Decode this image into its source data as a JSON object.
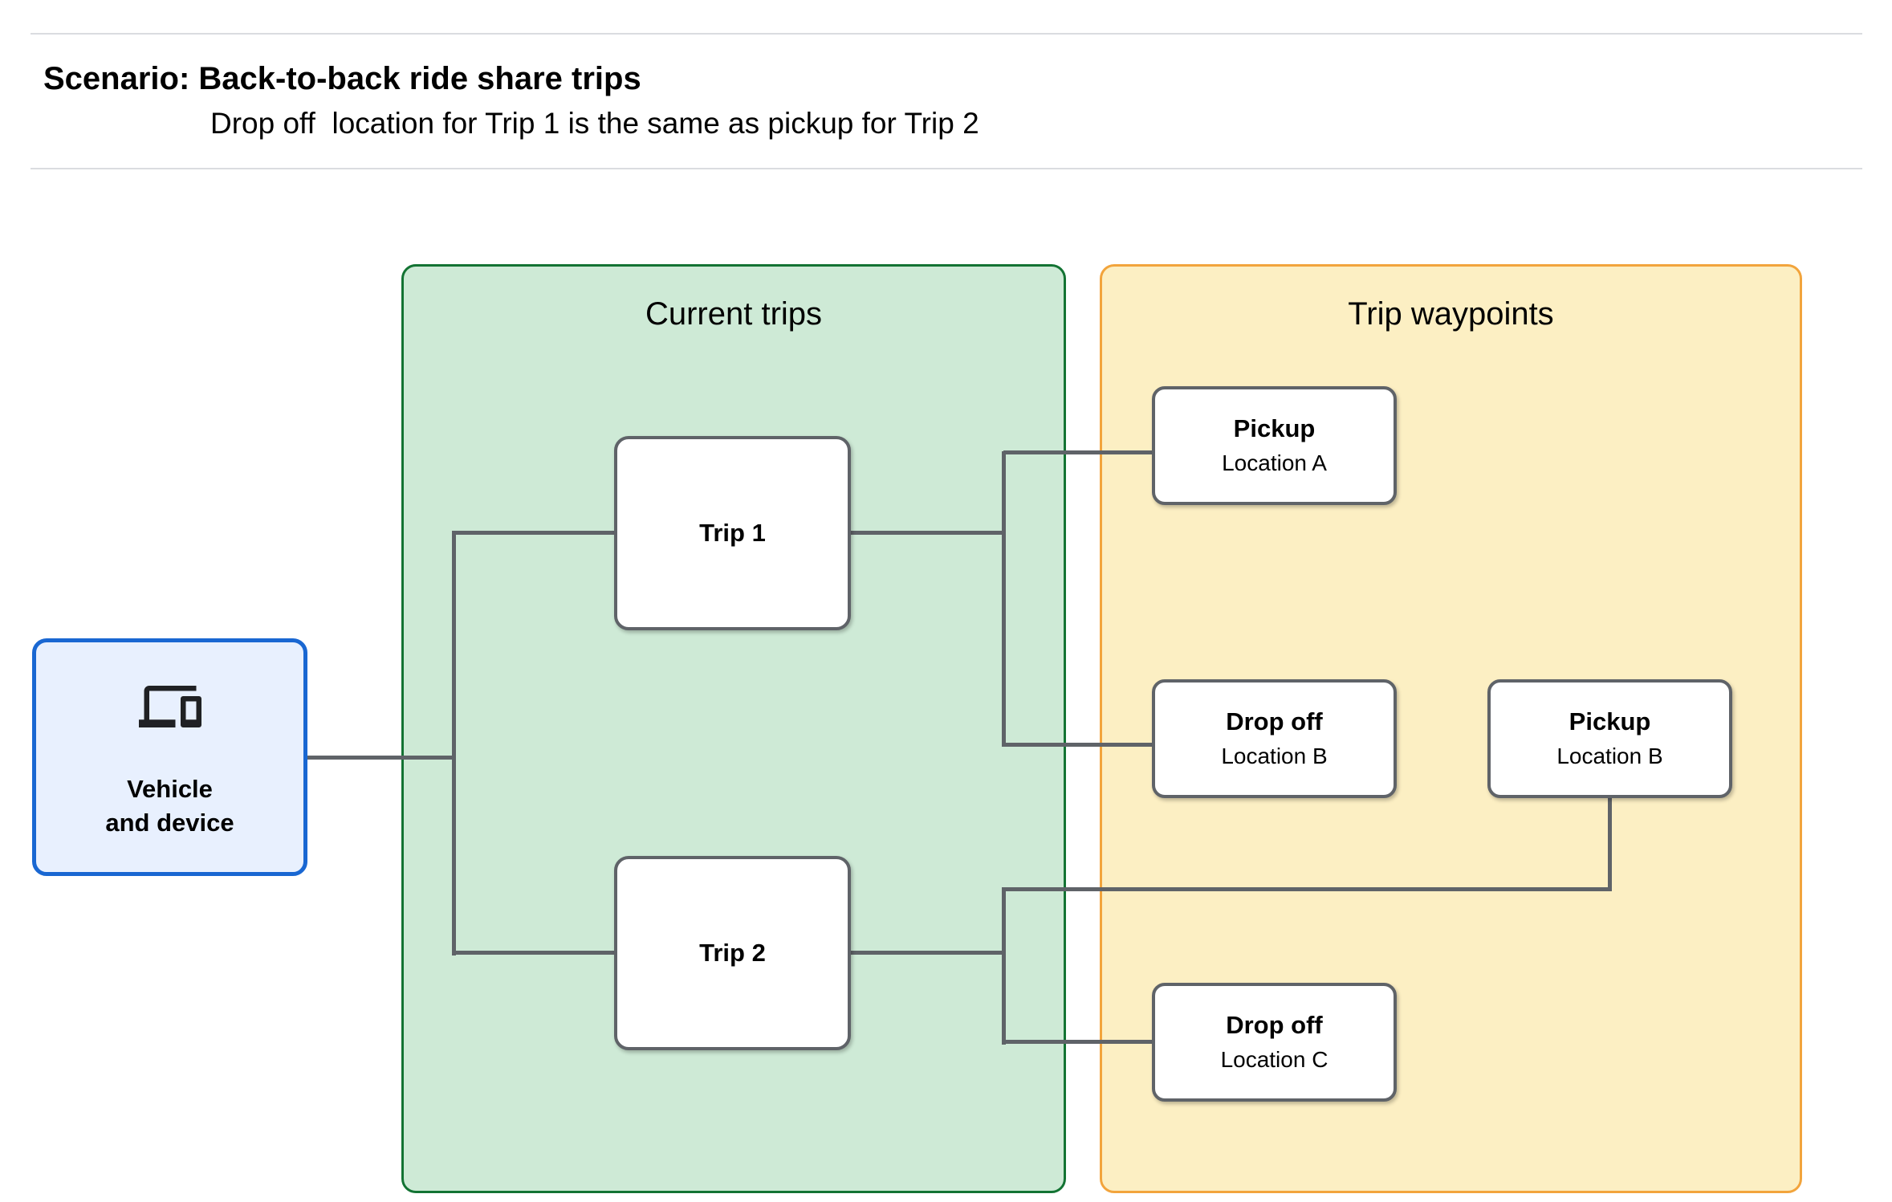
{
  "header": {
    "title": "Scenario: Back-to-back ride share trips",
    "subtitle": "Drop off  location for Trip 1 is the same as pickup for Trip 2"
  },
  "vehicle": {
    "icon": "devices-icon",
    "label_line1": "Vehicle",
    "label_line2": "and device"
  },
  "panels": {
    "current_trips": {
      "title": "Current trips"
    },
    "trip_waypoints": {
      "title": "Trip waypoints"
    }
  },
  "trips": [
    {
      "label": "Trip 1"
    },
    {
      "label": "Trip 2"
    }
  ],
  "waypoints": [
    {
      "type": "Pickup",
      "location": "Location A"
    },
    {
      "type": "Drop off",
      "location": "Location B"
    },
    {
      "type": "Pickup",
      "location": "Location B"
    },
    {
      "type": "Drop off",
      "location": "Location C"
    }
  ],
  "colors": {
    "text": "#000000",
    "icon": "#202124",
    "divider": "#DADCE0",
    "line_gray": "#5F6368",
    "node_border": "#5F6368",
    "node_fill": "#FFFFFF",
    "vehicle_fill": "#E8F0FE",
    "vehicle_border": "#1967D2",
    "green_fill": "#CEEAD6",
    "green_border": "#137333",
    "yellow_fill": "#FCEFC3",
    "yellow_border": "#F2A43C"
  }
}
